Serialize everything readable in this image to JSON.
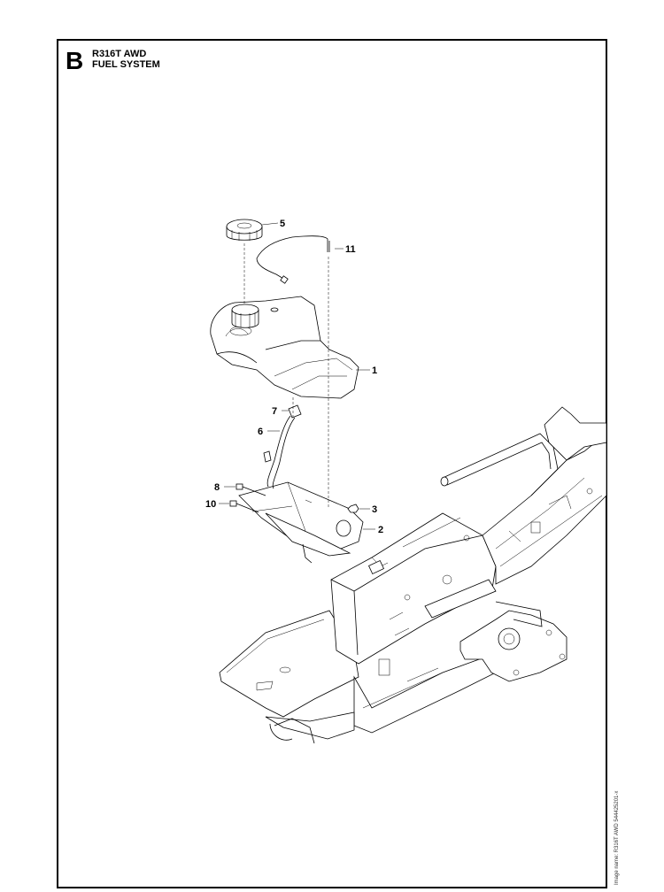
{
  "header": {
    "section_letter": "B",
    "model": "R316T AWD",
    "system": "FUEL SYSTEM"
  },
  "side_caption": "Image name: R316T AWD 544425201-x",
  "callouts": [
    "1",
    "2",
    "3",
    "5",
    "6",
    "7",
    "8",
    "10",
    "11"
  ],
  "parts": {
    "fuel_tank": "fuel-tank",
    "fuel_cap": "fuel-cap",
    "vent_hose": "vent-hose",
    "fuel_hose": "fuel-hose",
    "hose_fitting": "hose-fitting",
    "tank_bracket": "tank-bracket",
    "nut": "nut",
    "screw_8": "screw",
    "screw_10": "screw",
    "chassis": "chassis-frame"
  }
}
